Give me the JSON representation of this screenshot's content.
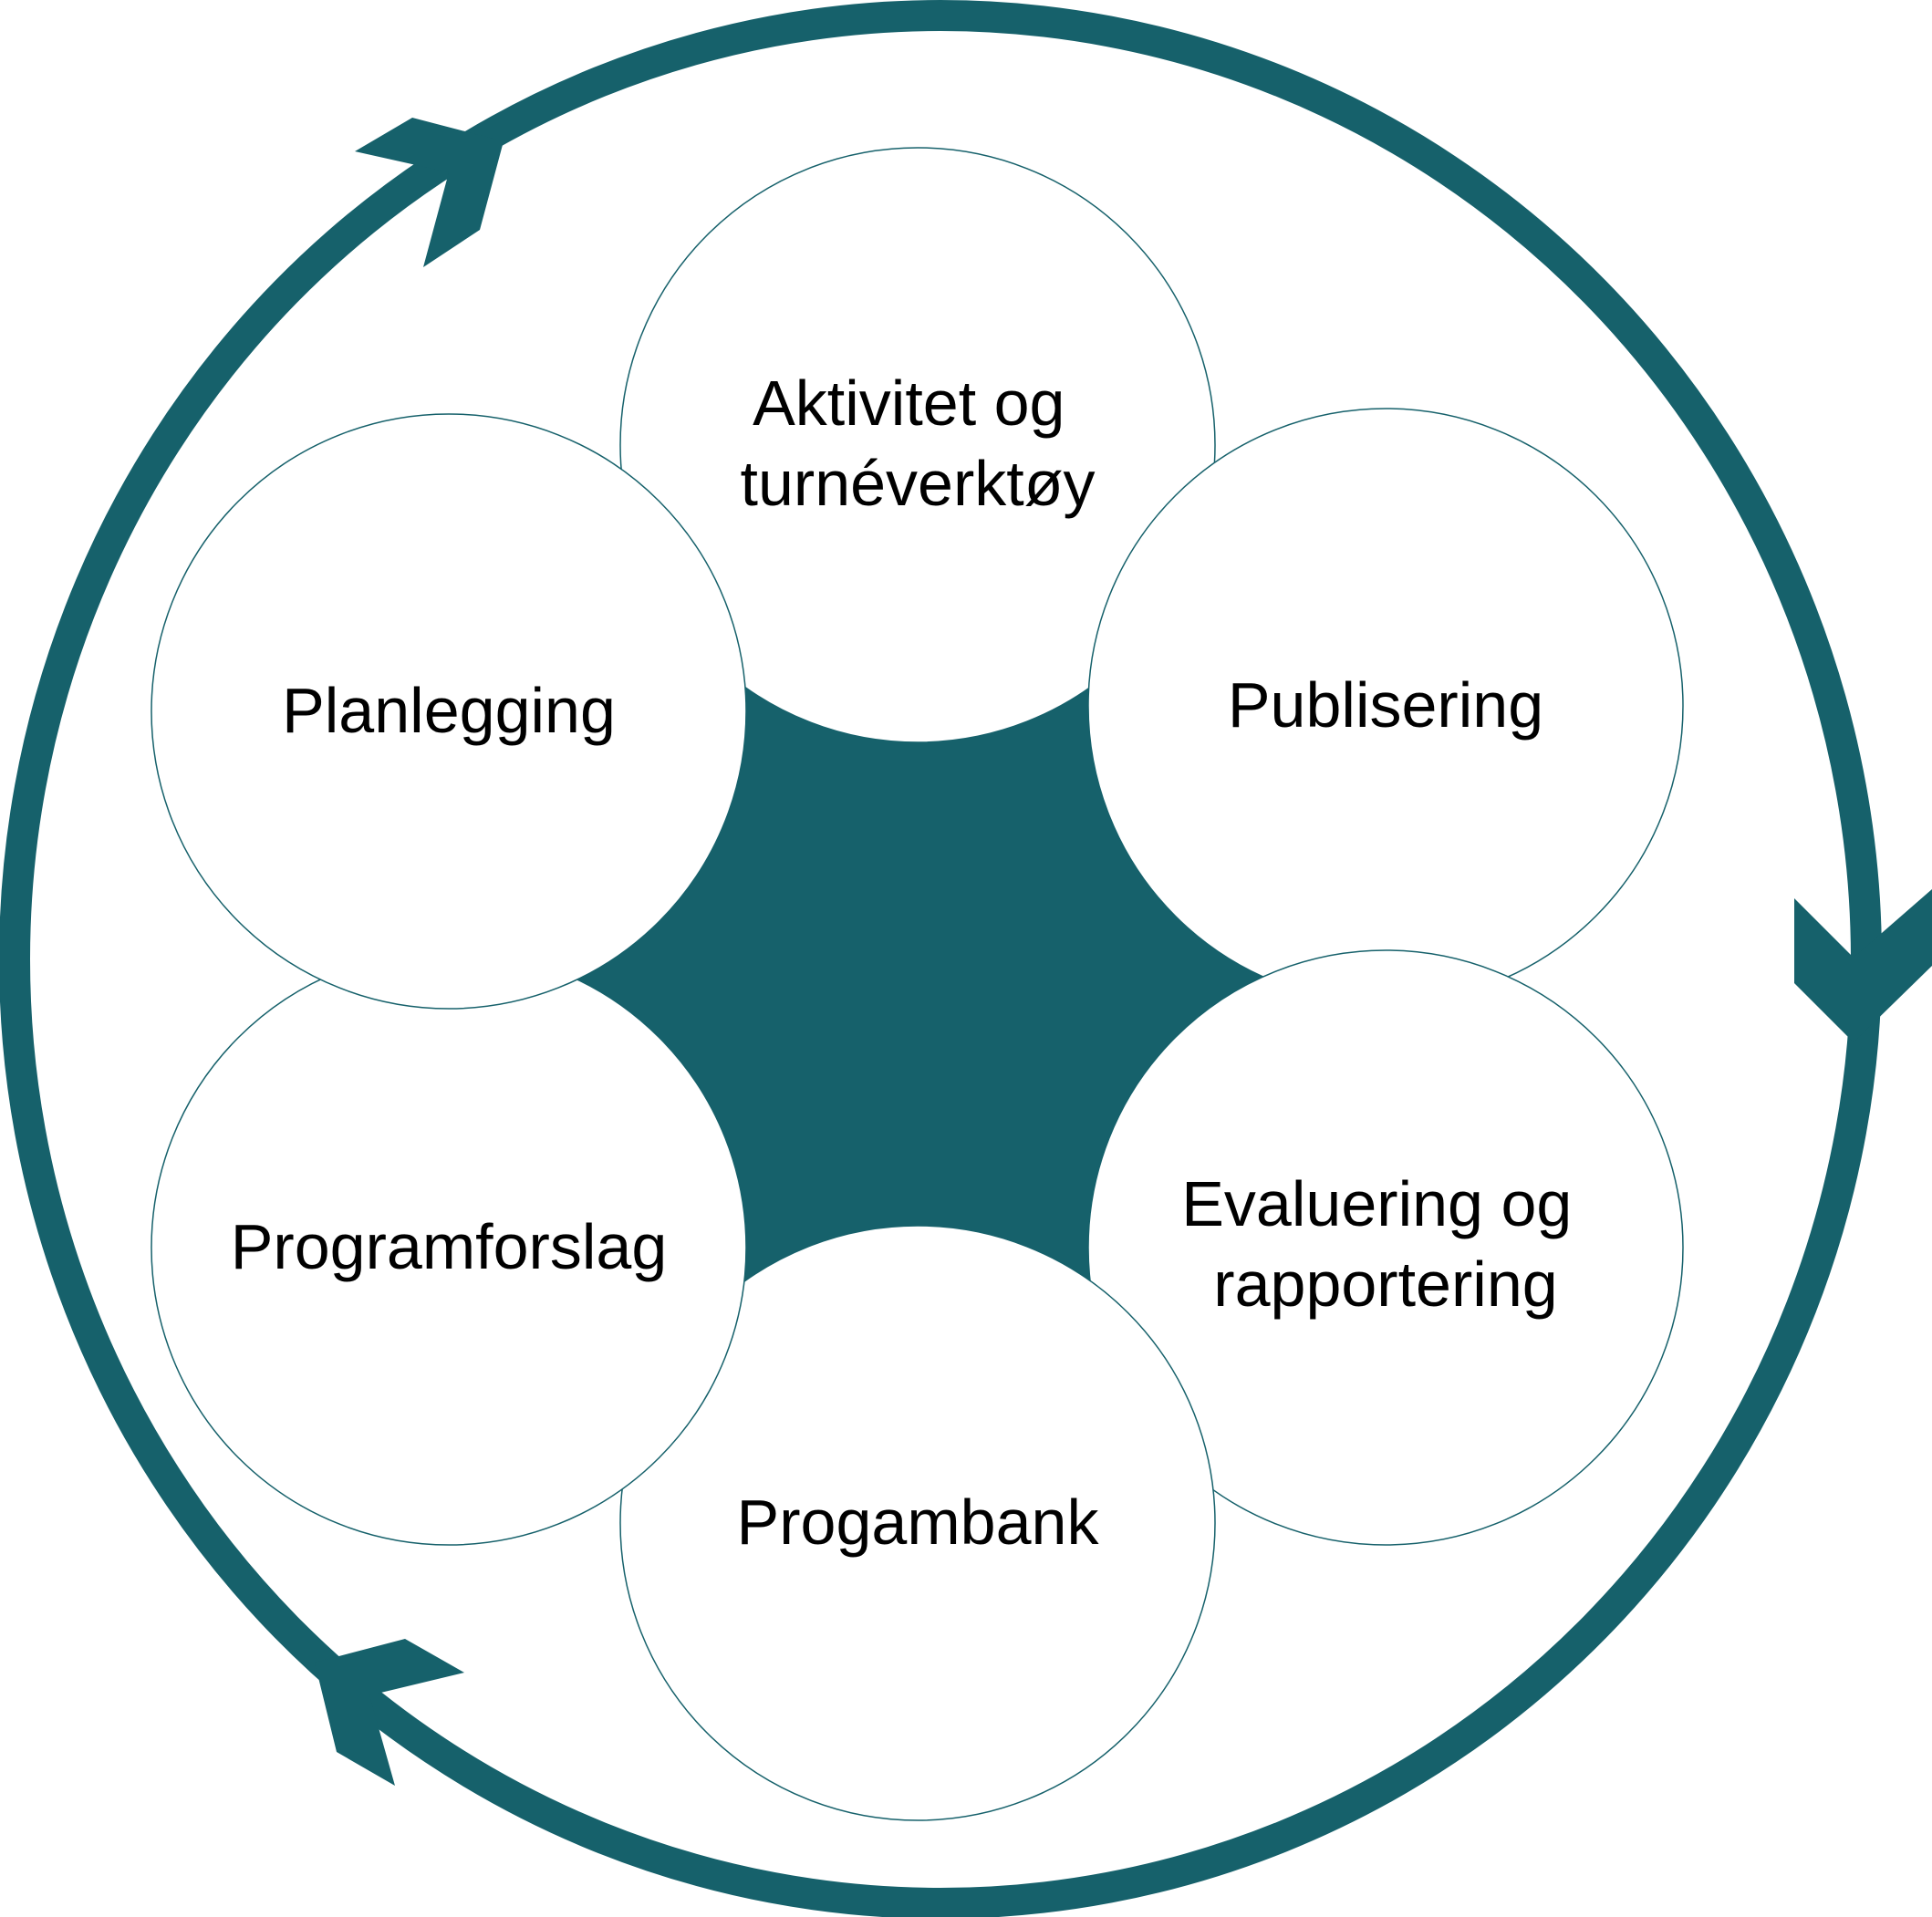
{
  "colors": {
    "accent": "#16616b",
    "node_fill": "#ffffff",
    "node_stroke": "#16616b",
    "text": "#000000"
  },
  "cycle": {
    "direction": "clockwise",
    "arrow_count": 3
  },
  "nodes": [
    {
      "id": "activity-tour-tool",
      "lines": [
        "Aktivitet og",
        "turnéverktøy"
      ]
    },
    {
      "id": "publishing",
      "lines": [
        "Publisering"
      ]
    },
    {
      "id": "evaluation-reporting",
      "lines": [
        "Evaluering og",
        "rapportering"
      ]
    },
    {
      "id": "program-bank",
      "lines": [
        "Progambank"
      ]
    },
    {
      "id": "program-proposal",
      "lines": [
        "Programforslag"
      ]
    },
    {
      "id": "planning",
      "lines": [
        "Planlegging"
      ]
    }
  ]
}
